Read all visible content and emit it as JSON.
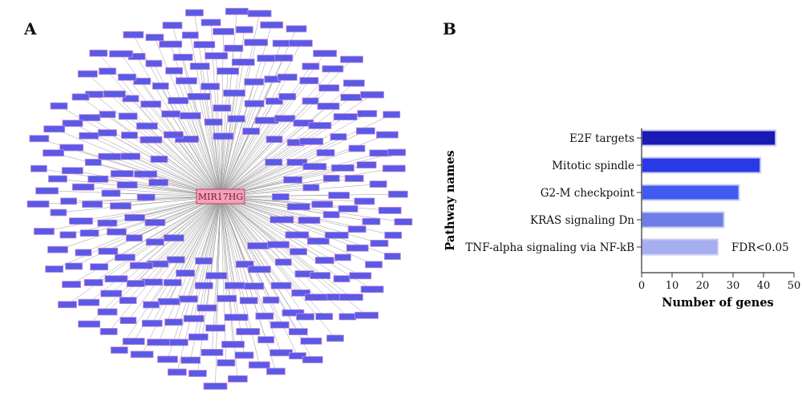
{
  "panel_a": {
    "letter": "A",
    "hub_label": "MIR17HG",
    "node_count": 260,
    "colors": {
      "node_fill": "#5a5ae6",
      "node_border": "#c78bd8",
      "hub_fill": "#f2a3ba",
      "hub_border": "#c0405e",
      "edge": "#9a9a9a"
    }
  },
  "panel_b": {
    "letter": "B",
    "annotation": "FDR<0.05"
  },
  "chart_data": [
    {
      "type": "bar",
      "orientation": "horizontal",
      "categories": [
        "E2F targets",
        "Mitotic spindle",
        "G2-M checkpoint",
        "KRAS signaling Dn",
        "TNF-alpha signaling via NF-kB"
      ],
      "values": [
        44,
        39,
        32,
        27,
        25
      ],
      "colors": [
        "#1a1ab4",
        "#2a39e6",
        "#3f5cf0",
        "#6f7de8",
        "#a6aef2"
      ],
      "xlabel": "Number of genes",
      "ylabel": "Pathway names",
      "xlim": [
        0,
        50
      ],
      "xticks": [
        0,
        10,
        20,
        30,
        40,
        50
      ],
      "grid": false,
      "legend": "none"
    }
  ]
}
